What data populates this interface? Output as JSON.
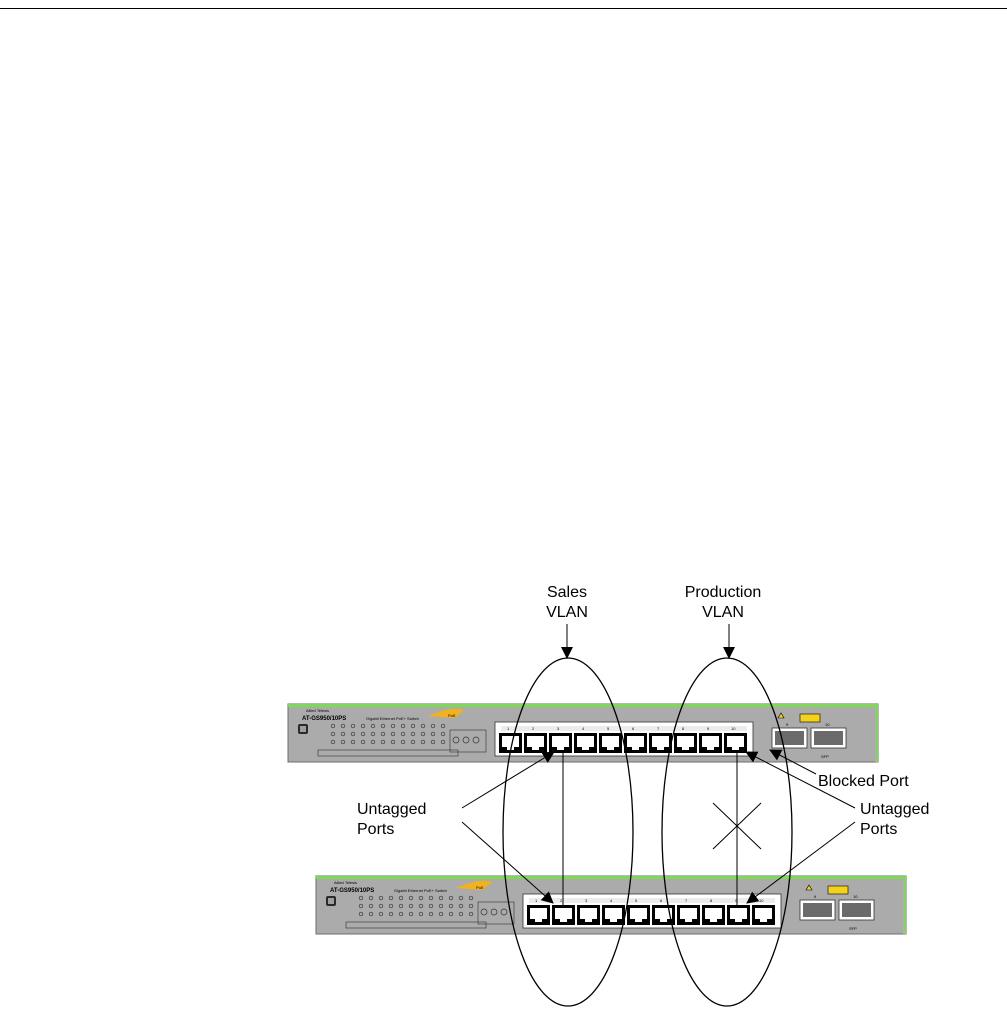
{
  "diagram": {
    "labels": {
      "sales_vlan": [
        "Sales",
        "VLAN"
      ],
      "production_vlan": [
        "Production",
        "VLAN"
      ],
      "blocked_port": "Blocked Port",
      "untagged_left": [
        "Untagged",
        "Ports"
      ],
      "untagged_right": [
        "Untagged",
        "Ports"
      ]
    },
    "switch": {
      "brand": "Allied Telesis",
      "model": "AT-GS950/10PS",
      "description": "Gigabit Ethernet PoE+ Switch",
      "poe_badge": "PoE",
      "sfp_label": "SFP",
      "ports": [
        "1",
        "2",
        "3",
        "4",
        "5",
        "6",
        "7",
        "8",
        "9",
        "10"
      ],
      "sfp_ports": [
        "9",
        "10"
      ]
    },
    "colors": {
      "chassis": "#ababab",
      "accent_stripe": "#7ed957",
      "port": "#ffffff",
      "line": "#000000"
    }
  }
}
